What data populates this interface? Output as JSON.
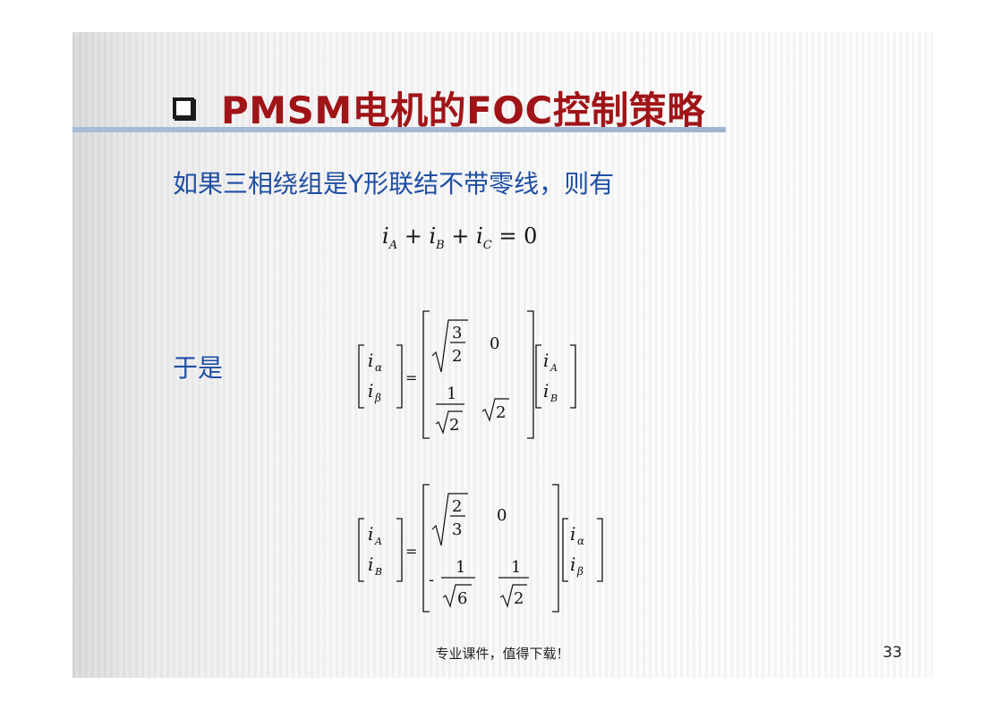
{
  "slide": {
    "title_bullet_icon": "hollow-square-bullet-icon",
    "title": "PMSM电机的FOC控制策略",
    "intro": "如果三相绕组是Y形联结不带零线，则有",
    "label_then": "于是",
    "equation_1": {
      "terms": [
        "A",
        "B",
        "C"
      ],
      "text": "i_A + i_B + i_C = 0"
    },
    "matrix_1": {
      "lhs": [
        "α",
        "β"
      ],
      "rhs_vector": [
        "A",
        "B"
      ],
      "entries": [
        "√(3/2)",
        "0",
        "1/√2",
        "√2"
      ]
    },
    "matrix_2": {
      "lhs": [
        "A",
        "B"
      ],
      "rhs_vector": [
        "α",
        "β"
      ],
      "entries": [
        "√(2/3)",
        "0",
        "-1/√6",
        "1/√2"
      ]
    },
    "footer": "专业课件，值得下载！",
    "page_number": "33"
  }
}
